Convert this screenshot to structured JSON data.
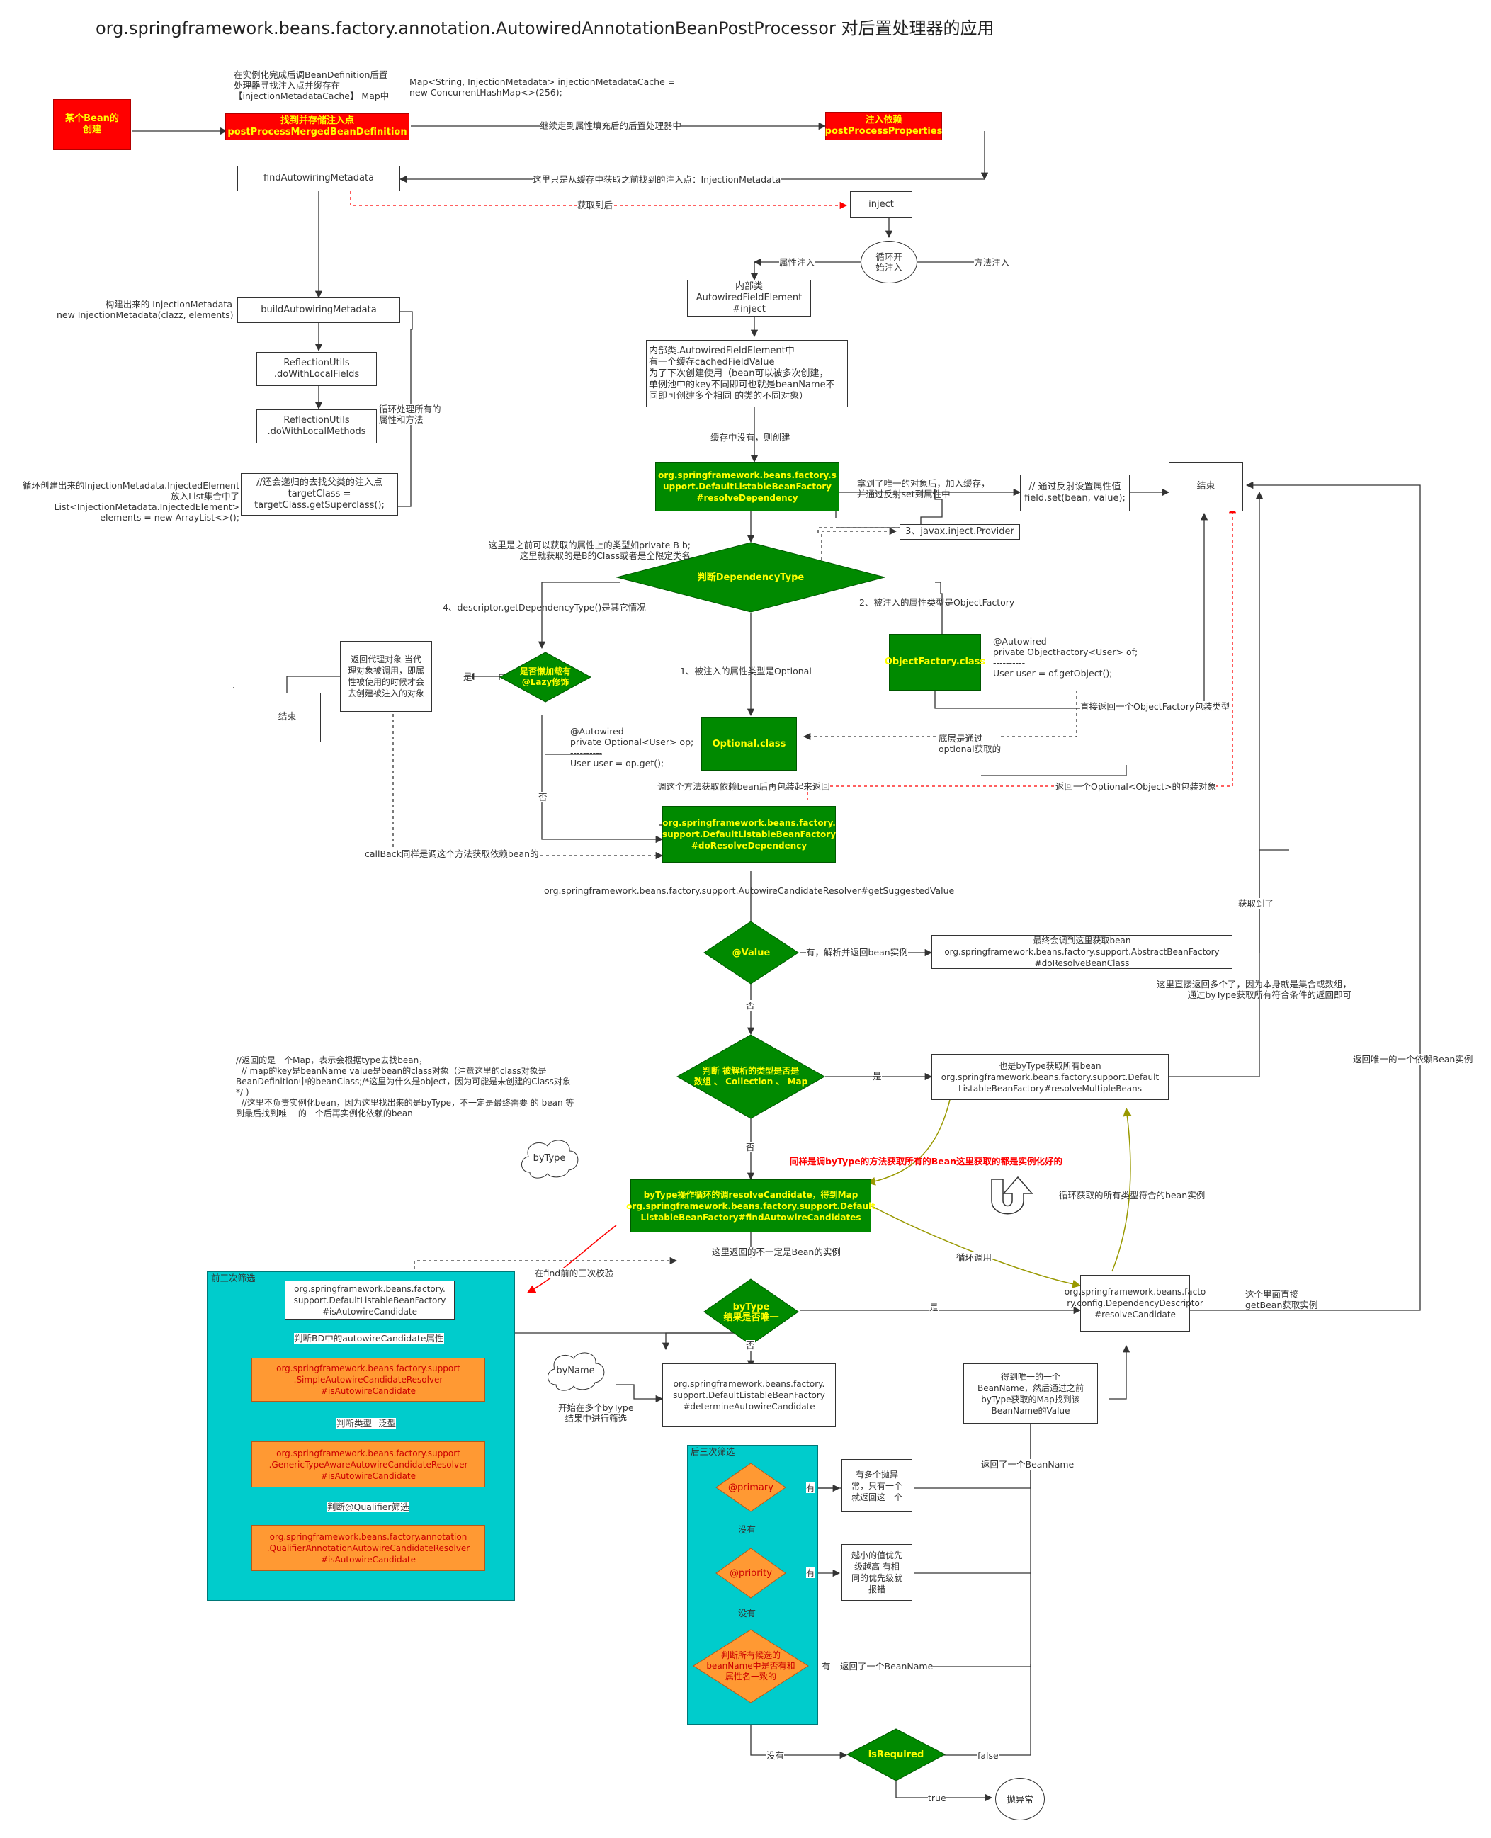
{
  "title": "org.springframework.beans.factory.annotation.AutowiredAnnotationBeanPostProcessor   对后置处理器的应用",
  "nodes": {
    "bean_create": "某个Bean的\n创建",
    "find_inject": "找到并存储注入点\npostProcessMergedBeanDefinition",
    "inject_dep": "注入依赖\npostProcessProperties",
    "find_meta": "findAutowiringMetadata",
    "inject": "inject",
    "loop_start": "循环开\n始注入",
    "field_element": "内部类\nAutowiredFieldElement\n#inject",
    "cache_note": "内部类.AutowiredFieldElement中\n有一个缓存cachedFieldValue\n为了下次创建使用（bean可以被多次创建，\n单例池中的key不同即可也就是beanName不\n同即可创建多个相同 的类的不同对象）",
    "build_meta": "buildAutowiringMetadata",
    "do_fields": "ReflectionUtils\n.doWithLocalFields",
    "do_methods": "ReflectionUtils\n.doWithLocalMethods",
    "super_class": "//还会递归的去找父类的注入点\ntargetClass =\ntargetClass.getSuperclass();",
    "resolve_dep": "org.springframework.beans.factory.s\nupport.DefaultListableBeanFactory\n#resolveDependency",
    "field_set": "// 通过反射设置属性值\nfield.set(bean, value);",
    "end1": "结束",
    "javax_provider": "3、javax.inject.Provider",
    "judge_type": "判断DependencyType",
    "object_factory": "ObjectFactory.class",
    "optional": "Optional.class",
    "lazy": "是否懒加载有\n@Lazy修饰",
    "proxy": "返回代理对象 当代\n理对象被调用，即属\n性被使用的时候才会\n去创建被注入的对象",
    "end2": "结束",
    "do_resolve": "org.springframework.beans.factory.\nsupport.DefaultListableBeanFactory\n#doResolveDependency",
    "value_diamond": "@Value",
    "do_resolve_bean_class": "最终会调到这里获取bean\norg.springframework.beans.factory.support.AbstractBeanFactory\n#doResolveBeanClass",
    "collection_diamond": "判断 被解析的类型是否是\n数组 、 Collection 、 Map",
    "resolve_multiple": "也是byType获取所有bean\norg.springframework.beans.factory.support.Default\nListableBeanFactory#resolveMultipleBeans",
    "find_candidates": "byType操作循环的调resolveCandidate，得到Map\norg.springframework.beans.factory.support.Default\nListableBeanFactory#findAutowireCandidates",
    "bytype_cloud": "byType",
    "byname_cloud": "byName",
    "unique_diamond": "byType\n结果是否唯一",
    "resolve_candidate": "org.springframework.beans.facto\nry.config.DependencyDescriptor\n#resolveCandidate",
    "determine": "org.springframework.beans.factory.\nsupport.DefaultListableBeanFactory\n#determineAutowireCandidate",
    "got_one": "得到唯一的一个\nBeanName，然后通过之前\nbyType获取的Map找到该\nBeanName的Value",
    "primary": "@primary",
    "priority": "@priority",
    "name_match": "判断所有候选的\nbeanName中是否有和\n属性名一致的",
    "is_required": "isRequired",
    "throw": "抛异常",
    "multi_primary": "有多个抛异\n常，只有一个\n就返回这一个",
    "priority_note": "越小的值优先\n级越高 有相\n同的优先级就\n报错",
    "f1": "org.springframework.beans.factory.\nsupport.DefaultListableBeanFactory\n#isAutowireCandidate",
    "f2": "org.springframework.beans.factory.support\n.SimpleAutowireCandidateResolver\n#isAutowireCandidate",
    "f3": "org.springframework.beans.factory.support\n.GenericTypeAwareAutowireCandidateResolver\n#isAutowireCandidate",
    "f4": "org.springframework.beans.factory.annotation\n.QualifierAnnotationAutowireCandidateResolver\n#isAutowireCandidate"
  },
  "labels": {
    "cache_note_top": "在实例化完成后调BeanDefinition后置\n处理器寻找注入点并缓存在\n【injectionMetadataCache】 Map中",
    "map_decl": "Map<String, InjectionMetadata> injectionMetadataCache =\nnew ConcurrentHashMap<>(256);",
    "continue_post": "继续走到属性填充后的后置处理器中",
    "from_cache": "这里只是从缓存中获取之前找到的注入点：InjectionMetadata",
    "after_get": "获取到后",
    "field_inject": "属性注入",
    "method_inject": "方法注入",
    "built_meta": "构建出来的 InjectionMetadata\nnew InjectionMetadata(clazz, elements)",
    "loop_all": "循环处理所有的\n属性和方法",
    "loop_list": "循环创建出来的InjectionMetadata.InjectedElement\n放入List集合中了\nList<InjectionMetadata.InjectedElement>\nelements = new ArrayList<>();",
    "cache_none": "缓存中没有，则创建",
    "got_unique": "拿到了唯一的对象后，加入缓存，\n并通过反射set到属性中",
    "type_note": "这里是之前可以获取的属性上的类型如private B b;\n这里就获取的是B的Class或者是全限定类名",
    "case4": "4、descriptor.getDependencyType()是其它情况",
    "case2": "2、被注入的属性类型是ObjectFactory",
    "case1": "1、被注入的属性类型是Optional",
    "of_code": "@Autowired\nprivate ObjectFactory<User> of;\n----------\nUser user = of.getObject();",
    "opt_code": "@Autowired\nprivate Optional<User> op;\n----------\nUser user = op.get();",
    "yes1": "是",
    "no1": "否",
    "return_of": "直接返回一个ObjectFactory包装类型",
    "bottom_optional": "底层是通过\noptional获取的",
    "call_method": "调这个方法获取依赖bean后再包装起来返回",
    "return_optional": "返回一个Optional<Object>的包装对象",
    "callback": "callBack同样是调这个方法获取依赖bean的",
    "suggested": "org.springframework.beans.factory.support.AutowireCandidateResolver#getSuggestedValue",
    "got_it": "获取到了",
    "value_yes": "有，解析并返回bean实例",
    "no2": "否",
    "multi_return": "这里直接返回多个了，因为本身就是集合或数组，\n通过byType获取所有符合条件的返回即可",
    "return_unique": "返回唯一的一个依赖Bean实例",
    "map_note": "//返回的是一个Map，表示会根据type去找bean，\n  // map的key是beanName value是bean的class对象（注意这里的class对象是\nBeanDefinition中的beanClass;/*这里为什么是object，因为可能是未创建的Class对象\n*/ )\n  //这里不负责实例化bean，因为这里找出来的是byType，不一定是最终需要 的 bean 等\n到最后找到唯一 的一个后再实例化依赖的bean",
    "yes2": "是",
    "no3": "否",
    "same_bytype": "同样是调byType的方法获取所有的Bean这里获取的都是实例化好的",
    "loop_get": "循环获取的所有类型符合的bean实例",
    "not_instance": "这里返回的不一定是Bean的实例",
    "loop_call": "循环调用",
    "find_three": "在find前的三次校验",
    "direct_get": "这个里面直接\ngetBean获取实例",
    "yes3": "是",
    "no4": "否",
    "three_filter_front": "前三次筛选",
    "three_filter_back": "后三次筛选",
    "judge_bd": "判断BD中的autowireCandidate属性",
    "judge_type2": "判断类型--泛型",
    "judge_qualifier": "判断@Qualifier筛选",
    "multi_filter": "开始在多个byType\n结果中进行筛选",
    "has1": "有",
    "has2": "有",
    "none1": "没有",
    "none2": "没有",
    "none3": "没有",
    "has_return": "有---返回了一个BeanName",
    "return_beanname": "返回了一个BeanName",
    "false_lbl": "false",
    "true_lbl": "true"
  },
  "colors": {
    "red": "#ff0000",
    "green": "#008a00",
    "orange": "#ff9933",
    "cyan": "#00cccc",
    "olive": "#999900",
    "text_yellow": "#ffff00"
  }
}
